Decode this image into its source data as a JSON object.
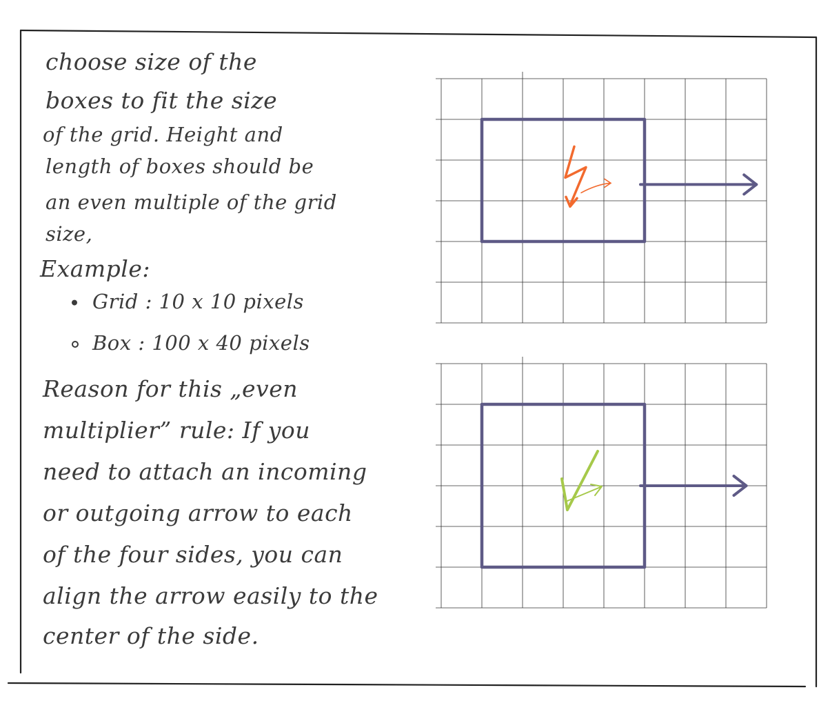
{
  "notes": {
    "lines": [
      "choose size of the",
      "boxes to fit the size",
      "of the grid. Height and",
      "length of boxes should be",
      "an even multiple of the grid",
      "size,",
      "Example:",
      "Grid : 10 x 10 pixels",
      "Box : 100 x 40 pixels",
      "Reason for this „even",
      "multiplier” rule: If you",
      "need to attach an incoming",
      "or outgoing arrow to each",
      "of the four sides, you can",
      "align the arrow easily to the",
      "center of the side."
    ]
  },
  "diagrams": [
    {
      "verdict": "bad",
      "mark": "lightning",
      "mark_color": "#f26a2e",
      "box_cols": [
        1,
        5
      ],
      "box_rows": [
        1,
        4
      ],
      "arrow_row": 2.6,
      "arrow_end_col": 7.75
    },
    {
      "verdict": "good",
      "mark": "checkmark",
      "mark_color": "#a6c94a",
      "box_cols": [
        1,
        5
      ],
      "box_rows": [
        1,
        5
      ],
      "arrow_row": 3.0,
      "arrow_end_col": 7.5
    }
  ],
  "colors": {
    "grid_line": "#333333",
    "box_stroke": "#5e5a86",
    "border": "#222222",
    "ink": "#3b3b3b"
  }
}
